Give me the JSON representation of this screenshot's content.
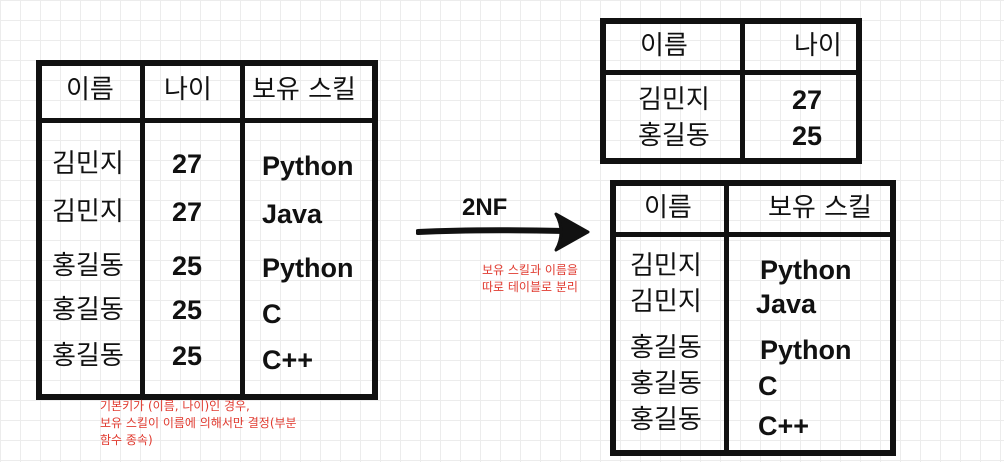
{
  "left_table": {
    "headers": [
      "이름",
      "나이",
      "보유 스킬"
    ],
    "rows": [
      [
        "김민지",
        "27",
        "Python"
      ],
      [
        "김민지",
        "27",
        "Java"
      ],
      [
        "홍길동",
        "25",
        "Python"
      ],
      [
        "홍길동",
        "25",
        "C"
      ],
      [
        "홍길동",
        "25",
        "C++"
      ]
    ]
  },
  "left_note": [
    "기본키가 (이름, 나이)인 경우,",
    "보유 스킬이 이름에 의해서만 결정(부분",
    "함수 종속)"
  ],
  "arrow": {
    "label": "2NF",
    "note": [
      "보유 스킬과 이름을",
      "따로 테이블로 분리"
    ]
  },
  "right_top_table": {
    "headers": [
      "이름",
      "나이"
    ],
    "rows": [
      [
        "김민지",
        "27"
      ],
      [
        "홍길동",
        "25"
      ]
    ]
  },
  "right_bottom_table": {
    "headers": [
      "이름",
      "보유 스킬"
    ],
    "rows": [
      [
        "김민지",
        "Python"
      ],
      [
        "김민지",
        "Java"
      ],
      [
        "홍길동",
        "Python"
      ],
      [
        "홍길동",
        "C"
      ],
      [
        "홍길동",
        "C++"
      ]
    ]
  },
  "colors": {
    "ink": "#111111",
    "note": "#e03a2f",
    "grid": "#ececec"
  }
}
